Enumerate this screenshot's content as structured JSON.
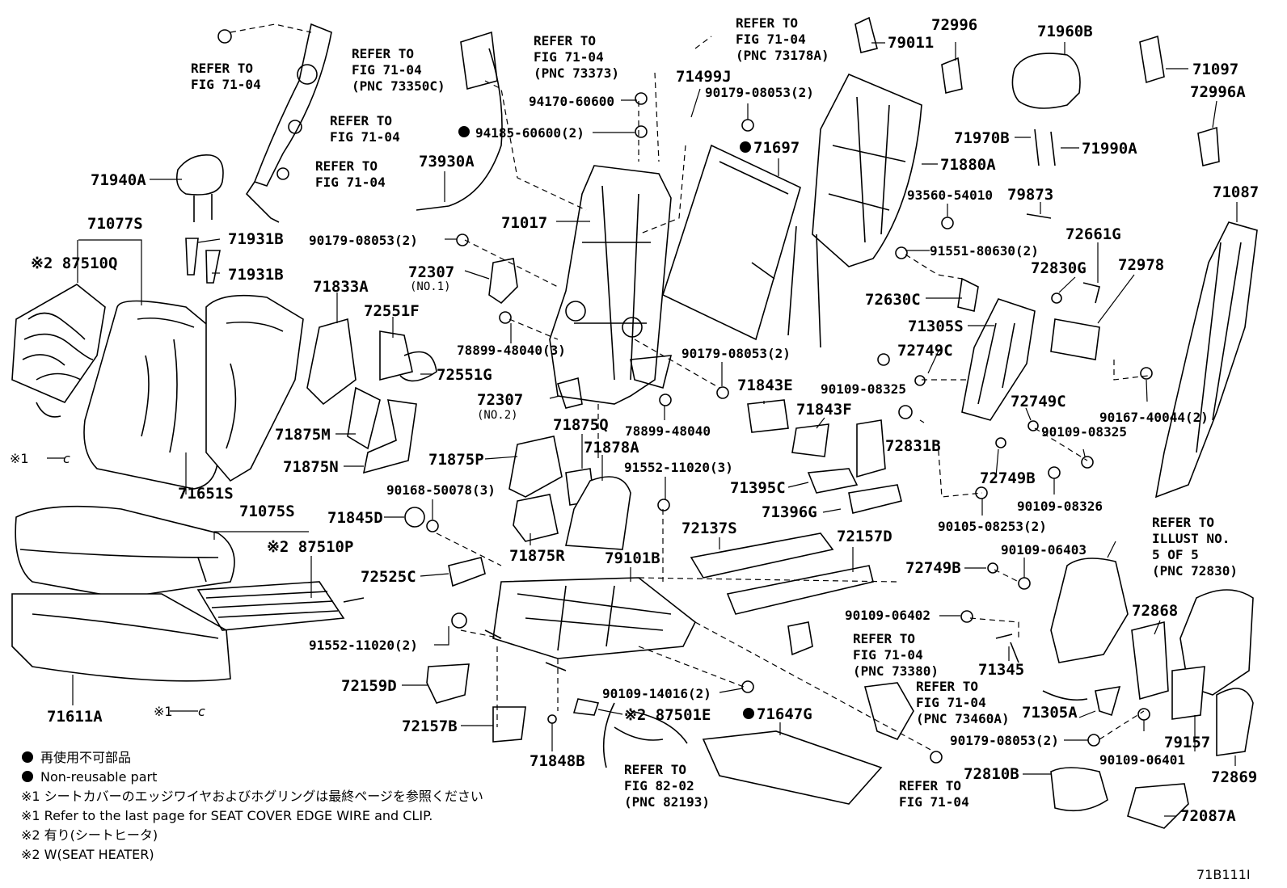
{
  "parts": {
    "p71077S": "71077S",
    "p87510Q": "※2 87510Q",
    "p71940A": "71940A",
    "p71931B_a": "71931B",
    "p71931B_b": "71931B",
    "p71651S": "71651S",
    "p71833A": "71833A",
    "p72551F": "72551F",
    "p72551G": "72551G",
    "p71875M": "71875M",
    "p71875N": "71875N",
    "p73930A": "73930A",
    "p94170": "94170-60600",
    "p94185": "94185-60600(2)",
    "p71017": "71017",
    "p90179_a": "90179-08053(2)",
    "p72307_1": "72307",
    "p72307_1n": "(NO.1)",
    "p72307_2": "72307",
    "p72307_2n": "(NO.2)",
    "p78899_a": "78899-48040(3)",
    "p78899_b": "78899-48040",
    "p71499J": "71499J",
    "p90179_b": "90179-08053(2)",
    "p71697": "71697",
    "p90179_c": "90179-08053(2)",
    "p71843E": "71843E",
    "p71843F": "71843F",
    "p79011": "79011",
    "p72996": "72996",
    "p71960B": "71960B",
    "p71097": "71097",
    "p72996A": "72996A",
    "p71970B": "71970B",
    "p71990A": "71990A",
    "p71880A": "71880A",
    "p93560": "93560-54010",
    "p79873": "79873",
    "p91551": "91551-80630(2)",
    "p71087": "71087",
    "p72661G": "72661G",
    "p72830G": "72830G",
    "p72978": "72978",
    "p72630C": "72630C",
    "p71305S": "71305S",
    "p72749C_a": "72749C",
    "p90109_08325_a": "90109-08325",
    "p72749C_b": "72749C",
    "p90109_08325_b": "90109-08325",
    "p90167": "90167-40044(2)",
    "p72831B": "72831B",
    "p72749B_a": "72749B",
    "p90109_08326": "90109-08326",
    "p90105": "90105-08253(2)",
    "p71395C": "71395C",
    "p71396G": "71396G",
    "p72137S": "72137S",
    "p72157D": "72157D",
    "p91552_a": "91552-11020(3)",
    "p71875Q": "71875Q",
    "p71878A": "71878A",
    "p71875P": "71875P",
    "p90168": "90168-50078(3)",
    "p71845D": "71845D",
    "p71875R": "71875R",
    "p71075S": "71075S",
    "p87510P": "※2 87510P",
    "p72525C": "72525C",
    "p79101B": "79101B",
    "p91552_b": "91552-11020(2)",
    "p72159D": "72159D",
    "p72157B": "72157B",
    "p71848B": "71848B",
    "p90109_14016": "90109-14016(2)",
    "p87501E": "※2 87501E",
    "p71647G": "71647G",
    "p71611A": "71611A",
    "p72749B_b": "72749B",
    "p90109_06403": "90109-06403",
    "p90109_06402": "90109-06402",
    "p71345": "71345",
    "p72868": "72868",
    "p71305A": "71305A",
    "p90179_d": "90179-08053(2)",
    "p90109_06401": "90109-06401",
    "p79157": "79157",
    "p72869": "72869",
    "p72810B": "72810B",
    "p72087A": "72087A"
  },
  "clips": {
    "c1": "※1",
    "c2": "※1"
  },
  "refs": {
    "r1": [
      "REFER TO",
      "FIG 71-04"
    ],
    "r2": [
      "REFER TO",
      "FIG 71-04",
      "(PNC 73350C)"
    ],
    "r3": [
      "REFER TO",
      "FIG 71-04"
    ],
    "r4": [
      "REFER TO",
      "FIG 71-04"
    ],
    "r5": [
      "REFER TO",
      "FIG 71-04",
      "(PNC 73373)"
    ],
    "r6": [
      "REFER TO",
      "FIG 71-04",
      "(PNC 73178A)"
    ],
    "r7": [
      "REFER TO",
      "ILLUST NO.",
      "5 OF 5",
      "(PNC 72830)"
    ],
    "r8": [
      "REFER TO",
      "FIG 71-04",
      "(PNC 73380)"
    ],
    "r9": [
      "REFER TO",
      "FIG 71-04",
      "(PNC 73460A)"
    ],
    "r10": [
      "REFER TO",
      "FIG 82-02",
      "(PNC 82193)"
    ],
    "r11": [
      "REFER TO",
      "FIG 71-04"
    ]
  },
  "notes": {
    "n1": "再使用不可部品",
    "n2": "Non-reusable part",
    "n3": "※1 シートカバーのエッジワイヤおよびホグリングは最終ページを参照ください",
    "n4": "※1 Refer to the last page for SEAT COVER EDGE WIRE and CLIP.",
    "n5": "※2 有り(シートヒータ)",
    "n6": "※2 W(SEAT HEATER)"
  },
  "diagram_id": "71B111I"
}
